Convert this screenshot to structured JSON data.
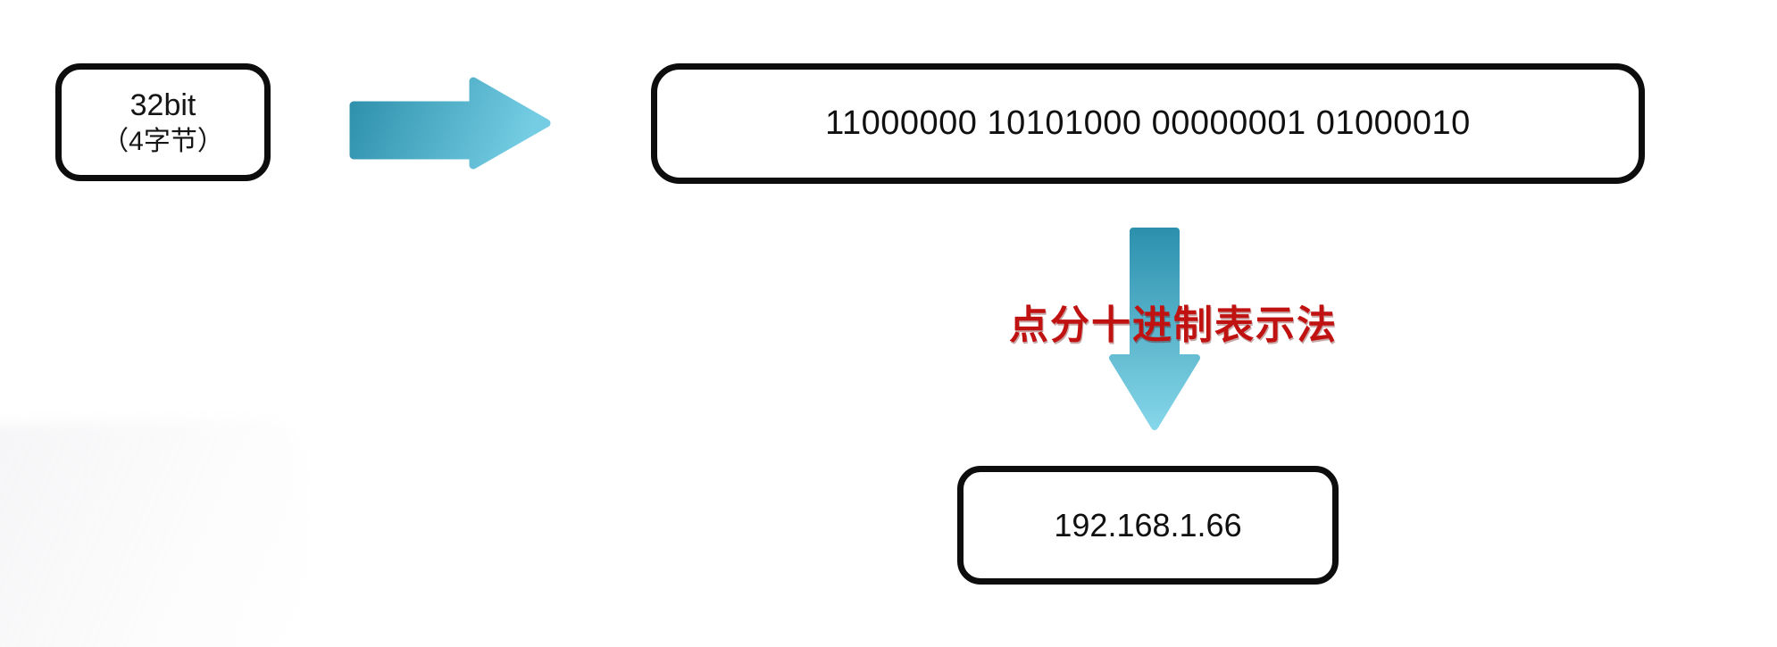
{
  "diagram": {
    "title_context": "IP address binary to dotted-decimal conversion",
    "source_box": {
      "line1": "32bit",
      "line2": "（4字节）"
    },
    "binary_box": {
      "value": "11000000 10101000 00000001 01000010"
    },
    "conversion_label": "点分十进制表示法",
    "decimal_box": {
      "value": "192.168.1.66"
    },
    "icons": {
      "right_arrow": "right-arrow-icon",
      "down_arrow": "down-arrow-icon"
    },
    "colors": {
      "box_border": "#0d0d0d",
      "arrow_gradient_dark": "#2d8fab",
      "arrow_gradient_light": "#74cde3",
      "down_arrow_gradient_dark": "#2d91ae",
      "down_arrow_gradient_light": "#85d6e8",
      "label_red": "#c11212",
      "text_black": "#101010"
    }
  }
}
